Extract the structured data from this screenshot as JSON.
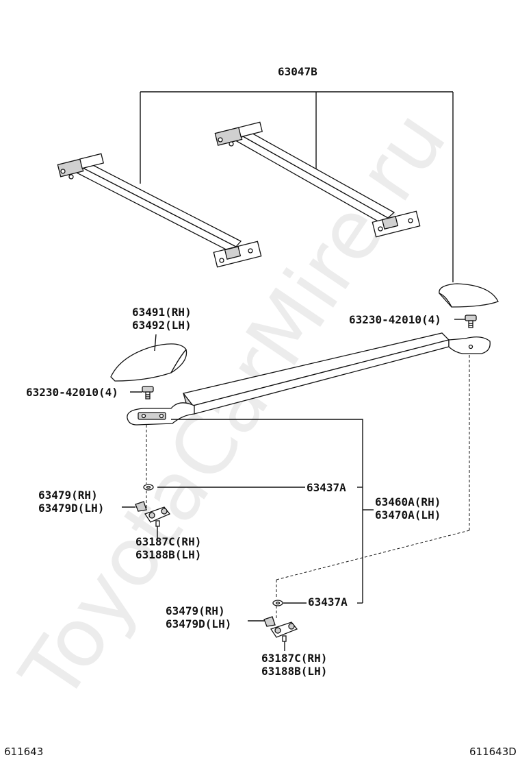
{
  "watermark": "ToyotaCarMire.ru",
  "callouts": {
    "crossbar_set": "63047B",
    "end_cover_rh": "63491(RH)",
    "end_cover_lh": "63492(LH)",
    "screw_top": "63230-42010(4)",
    "screw_left": "63230-42010(4)",
    "washer_upper": "63437A",
    "washer_lower": "63437A",
    "rail_rh": "63460A(RH)",
    "rail_lh": "63470A(LH)",
    "clip_upper_rh": "63479(RH)",
    "clip_upper_lh": "63479D(LH)",
    "bracket_upper_rh": "63187C(RH)",
    "bracket_upper_lh": "63188B(LH)",
    "clip_lower_rh": "63479(RH)",
    "clip_lower_lh": "63479D(LH)",
    "bracket_lower_rh": "63187C(RH)",
    "bracket_lower_lh": "63188B(LH)"
  },
  "footer": {
    "left": "611643",
    "right": "611643D"
  }
}
